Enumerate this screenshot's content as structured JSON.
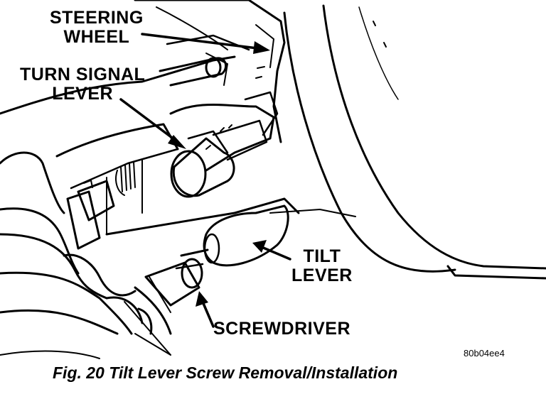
{
  "labels": {
    "steering_wheel": [
      "STEERING",
      "WHEEL"
    ],
    "turn_signal_lever": [
      "TURN SIGNAL",
      "LEVER"
    ],
    "tilt_lever": [
      "TILT",
      "LEVER"
    ],
    "screwdriver": "SCREWDRIVER"
  },
  "image_code": "80b04ee4",
  "caption": "Fig. 20 Tilt Lever Screw Removal/Installation"
}
